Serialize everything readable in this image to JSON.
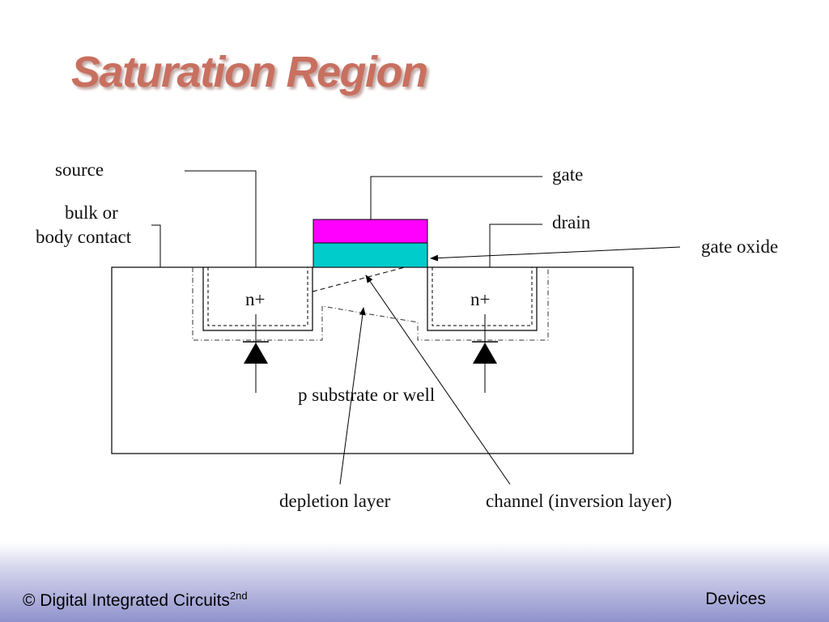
{
  "slide": {
    "title": "Saturation Region"
  },
  "diagram": {
    "labels": {
      "source": "source",
      "bulk_line1": "bulk or",
      "bulk_line2": "body contact",
      "gate": "gate",
      "drain": "drain",
      "gate_oxide": "gate oxide",
      "n_plus_left": "n+",
      "n_plus_right": "n+",
      "substrate": "p substrate or well",
      "depletion": "depletion layer",
      "channel": "channel (inversion layer)"
    },
    "colors": {
      "gate": "#ff00ff",
      "oxide": "#00cccc",
      "line": "#000000"
    }
  },
  "footer": {
    "left_prefix": "© Digital Integrated Circuits",
    "left_sup": "2nd",
    "right": "Devices"
  }
}
